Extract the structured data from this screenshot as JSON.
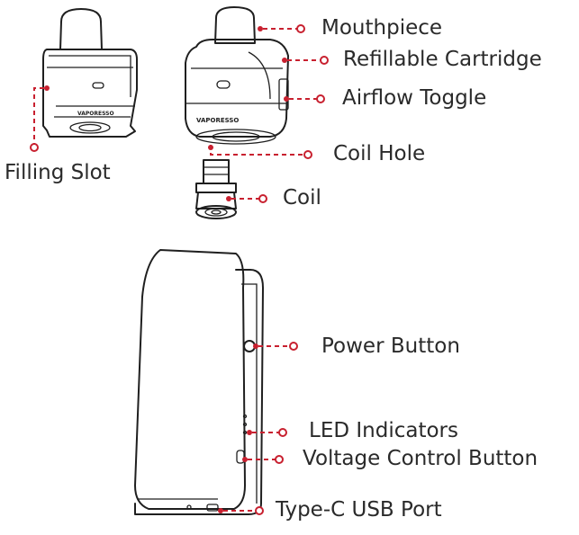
{
  "labels": {
    "mouthpiece": "Mouthpiece",
    "refillable_cartridge": "Refillable Cartridge",
    "airflow_toggle": "Airflow Toggle",
    "filling_slot": "Filling Slot",
    "coil_hole": "Coil Hole",
    "coil": "Coil",
    "power_button": "Power Button",
    "led_indicators": "LED Indicators",
    "voltage_control_button": "Voltage Control Button",
    "type_c_usb_port": "Type-C USB Port"
  },
  "brand_marks": [
    "VAPORESSO",
    "VAPORESSO"
  ],
  "colors": {
    "leader": "#c8202f",
    "outline": "#1f1f1f",
    "text": "#2a2a2a"
  }
}
